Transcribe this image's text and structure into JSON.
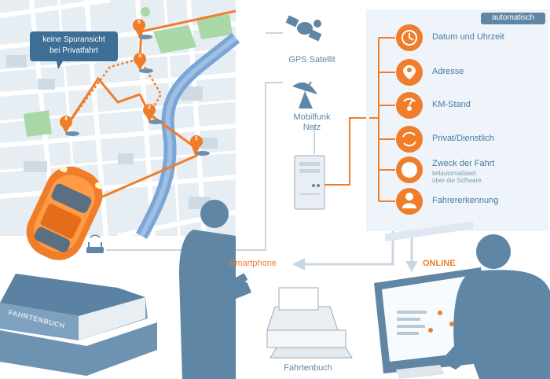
{
  "callout": [
    "keine Spuransicht",
    "bei Privatfahrt"
  ],
  "route_markers": [
    "1",
    "2",
    "3",
    "4",
    "5"
  ],
  "gps_label": "GPS Satellit",
  "network_label": [
    "Mobilfunk",
    "Netz"
  ],
  "panel": {
    "tag": "automatisch",
    "items": [
      {
        "label": "Datum und Uhrzeit",
        "icon": "clock-icon"
      },
      {
        "label": "Adresse",
        "icon": "location-pin-icon"
      },
      {
        "label": "KM-Stand",
        "icon": "speedometer-icon"
      },
      {
        "label": "Privat/Dienstlich",
        "icon": "switch-arrows-icon"
      },
      {
        "label": "Zweck der Fahrt",
        "icon": "question-icon",
        "sub": [
          "teilautomatisiert",
          "über die Software"
        ]
      },
      {
        "label": "Fahrererkennung",
        "icon": "person-icon"
      }
    ]
  },
  "smartphone_label": "Smartphone",
  "online_label": "ONLINE",
  "printer_label": "Fahrtenbuch",
  "book_label": "FAHRTENBUCH",
  "colors": {
    "orange": "#f07d2a",
    "blue_grey": "#5f86a5",
    "panel_bg": "#eef4f9",
    "river": "#7aa6d6",
    "park": "#a8d8a8"
  }
}
